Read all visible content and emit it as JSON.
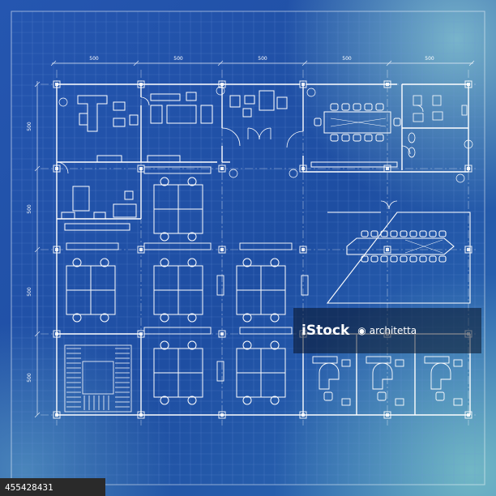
{
  "dimensions": {
    "top": [
      "500",
      "500",
      "500",
      "500",
      "500"
    ],
    "left": [
      "500",
      "500",
      "500",
      "500"
    ]
  },
  "watermark": {
    "logo": "iStock",
    "credit": "architetta",
    "credit_icon": "camera-icon"
  },
  "image_id": "455428431",
  "colors": {
    "background": "#1f4fa3",
    "line": "#ffffff",
    "grid": "#5f88d6"
  }
}
